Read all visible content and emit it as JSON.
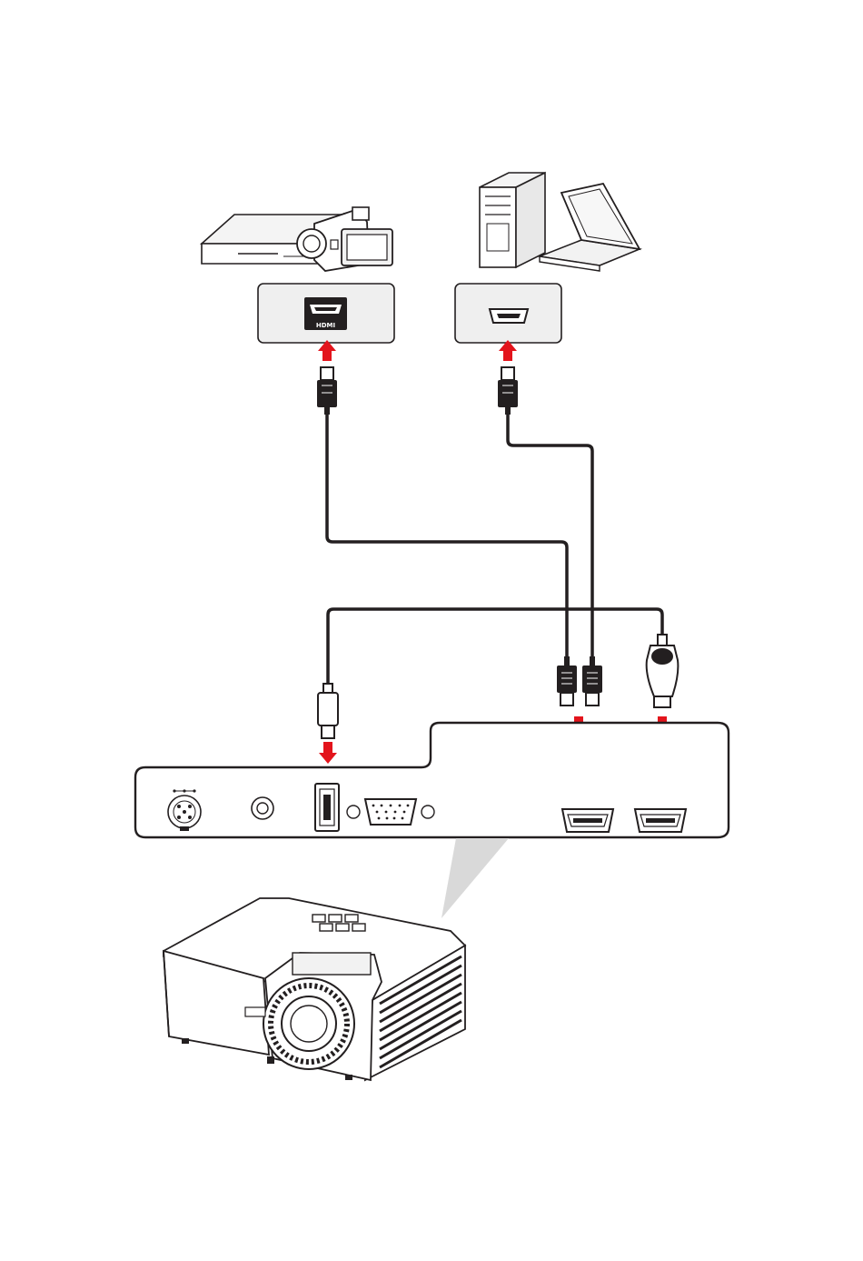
{
  "source_panel_left": {
    "port_label": "HDMI",
    "port_type": "hdmi",
    "device": "media-player-and-camcorder"
  },
  "source_panel_right": {
    "port_type": "hdmi",
    "device": "desktop-pc-and-laptop"
  },
  "projector_ports": [
    "power-connector",
    "audio-out",
    "usb",
    "vga",
    "hdmi-1",
    "hdmi-2"
  ],
  "connections": [
    {
      "from": "media-player-and-camcorder",
      "to": "hdmi-1",
      "cable": "hdmi"
    },
    {
      "from": "desktop-pc-and-laptop",
      "to": "hdmi-2",
      "cable": "hdmi"
    },
    {
      "from": "usb",
      "to": "hdmi-2",
      "cable": "usb-to-hdmi-dongle"
    }
  ],
  "colors": {
    "arrow": "#e3141c",
    "cable": "#231f20",
    "panel": "#efefef",
    "callout": "#d9d9d9",
    "line": "#231f20"
  }
}
